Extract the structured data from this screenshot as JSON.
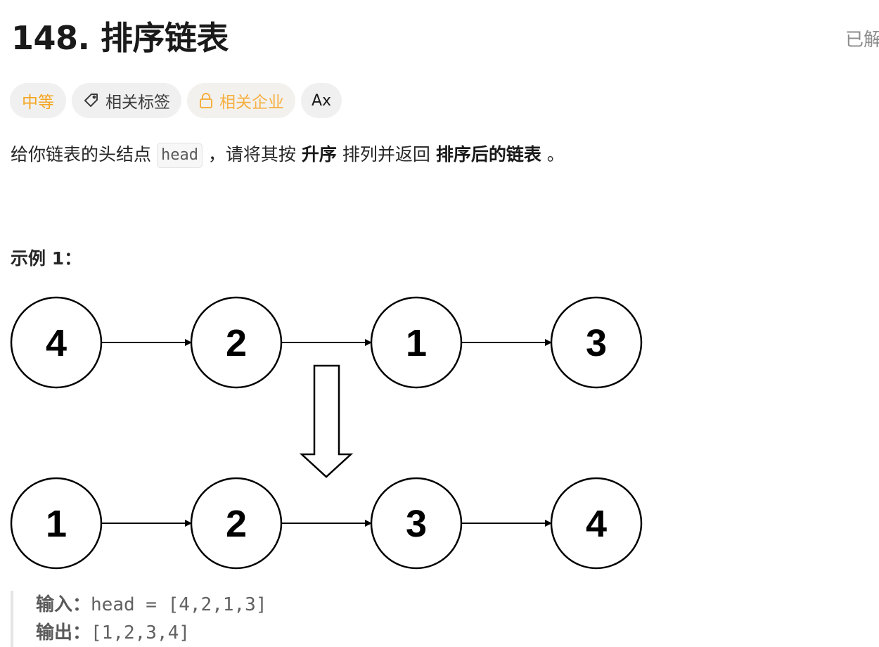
{
  "problem": {
    "title": "148. 排序链表",
    "solved_label": "已解"
  },
  "tags": {
    "difficulty": "中等",
    "related_tags": "相关标签",
    "related_companies": "相关企业",
    "translate_icon": "Ax"
  },
  "description": {
    "part1": "给你链表的头结点",
    "code": "head",
    "part2": "，请将其按",
    "bold1": "升序",
    "part3": "排列并返回",
    "bold2": "排序后的链表",
    "part4": "。"
  },
  "example": {
    "title": "示例 1：",
    "input_label": "输入：",
    "input_value": "head = [4,2,1,3]",
    "output_label": "输出：",
    "output_value": "[1,2,3,4]"
  },
  "diagram": {
    "before": [
      "4",
      "2",
      "1",
      "3"
    ],
    "after": [
      "1",
      "2",
      "3",
      "4"
    ]
  },
  "colors": {
    "difficulty": "#f5a623",
    "company": "#f5b041",
    "tag_bg": "#f0f0f0"
  }
}
